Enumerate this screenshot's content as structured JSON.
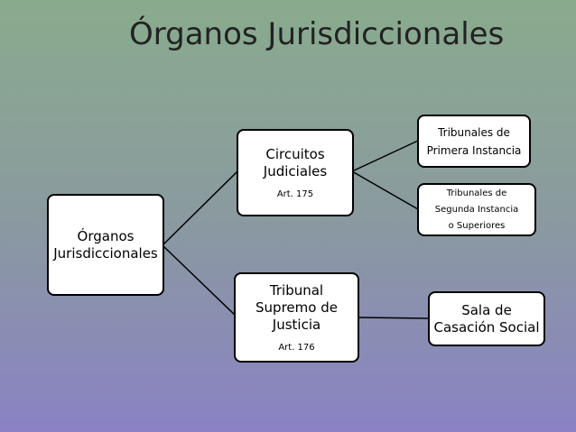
{
  "title": "Órganos Jurisdiccionales",
  "nodes": {
    "root": {
      "line1": "Órganos",
      "line2": "Jurisdiccionales"
    },
    "circuitos": {
      "line1": "Circuitos",
      "line2": "Judiciales",
      "article": "Art. 175"
    },
    "tsj": {
      "line1": "Tribunal",
      "line2": "Supremo de",
      "line3": "Justicia",
      "article": "Art. 176"
    },
    "primera": {
      "line1": "Tribunales de",
      "line2": "Primera Instancia"
    },
    "segunda": {
      "line1": "Tribunales de",
      "line2": "Segunda Instancia",
      "line3": "o Superiores"
    },
    "sala": {
      "line1": "Sala de",
      "line2": "Casación Social"
    }
  }
}
